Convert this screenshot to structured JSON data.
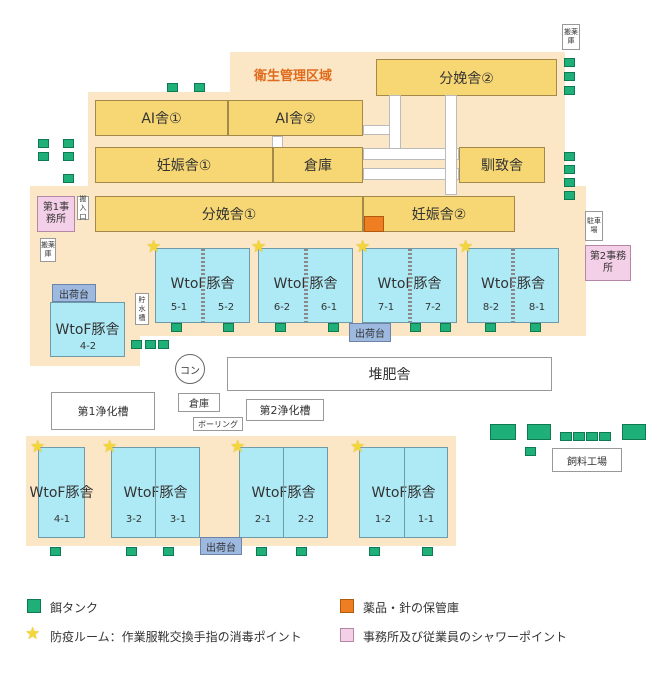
{
  "hygiene_zone_label": "衛生管理区域",
  "buildings": {
    "ai1": "AI舎①",
    "ai2": "AI舎②",
    "bunben2": "分娩舎②",
    "ninshin1": "妊娠舎①",
    "souko": "倉庫",
    "junchi": "馴致舎",
    "bunben1": "分娩舎①",
    "ninshin2": "妊娠舎②",
    "taihi": "堆肥舎",
    "johka1": "第1浄化槽",
    "johka2": "第2浄化槽",
    "souko2": "倉庫",
    "boring": "ボーリング",
    "konpo": "コン",
    "shiryou": "飼料工場",
    "chosui": "貯水槽",
    "hanyu": "搬入口",
    "chusha": "駐車場",
    "hanyo2": "搬薬庫",
    "hanyo1": "搬薬庫"
  },
  "offices": {
    "office1": "第1事務所",
    "office2": "第2事務所"
  },
  "pig_barn_title": "WtoF豚舎",
  "pig_barns": {
    "upper": [
      {
        "left": "5-1",
        "right": "5-2"
      },
      {
        "left": "6-2",
        "right": "6-1"
      },
      {
        "left": "7-1",
        "right": "7-2"
      },
      {
        "left": "8-2",
        "right": "8-1"
      }
    ],
    "middle": {
      "num": "4-2"
    },
    "lower": [
      {
        "num": "4-1"
      },
      {
        "left": "3-2",
        "right": "3-1"
      },
      {
        "left": "2-1",
        "right": "2-2"
      },
      {
        "left": "1-2",
        "right": "1-1"
      }
    ]
  },
  "shipping_label": "出荷台",
  "legend": {
    "feed_tank": "餌タンク",
    "medicine": "薬品・針の保管庫",
    "disinfect": "防疫ルーム：作業服靴交換手指の消毒ポイント",
    "shower": "事務所及び従業員のシャワーポイント"
  },
  "colors": {
    "zone": "#fbe6c6",
    "building_yellow": "#f7d774",
    "pig_barn": "#aeeaf5",
    "shipping": "#9db9e0",
    "feed_tank": "#1fb07a",
    "medicine": "#ef7d22",
    "star": "#f5d63a",
    "office": "#f4cfe8"
  }
}
